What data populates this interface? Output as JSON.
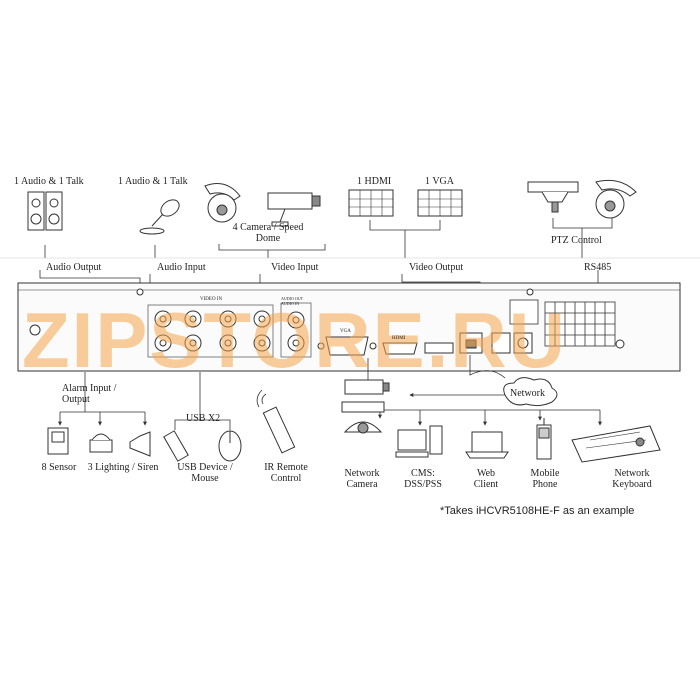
{
  "top_devices": {
    "speaker": "1 Audio & 1 Talk",
    "microphone": "1 Audio & 1 Talk",
    "camera": "4 Camera / Speed Dome",
    "hdmi": "1 HDMI",
    "vga": "1 VGA",
    "ptz": "PTZ Control"
  },
  "port_groups": {
    "audio_output": "Audio  Output",
    "audio_input": "Audio  Input",
    "video_input": "Video Input",
    "video_output": "Video Output",
    "rs485": "RS485"
  },
  "panel_labels": {
    "video_in": "VIDEO IN",
    "audio": "AUDIO OUT AUDIO IN",
    "vga": "VGA",
    "hdmi": "HDMI"
  },
  "bottom_devices": {
    "alarm_io": "Alarm Input / Output",
    "usb": "USB X2",
    "network": "Network",
    "sensor": "8 Sensor",
    "lighting": "3 Lighting / Siren",
    "usb_device": "USB Device / Mouse",
    "ir": "IR Remote Control",
    "network_camera": "Network Camera",
    "cms": "CMS: DSS/PSS",
    "web_client": "Web Client",
    "mobile": "Mobile Phone",
    "keyboard": "Network Keyboard"
  },
  "footnote": "*Takes iHCVR5108HE-F  as  an example",
  "watermark": "ZIPSTORE.RU",
  "colors": {
    "watermark": "#f5a54b",
    "line": "#333333"
  }
}
